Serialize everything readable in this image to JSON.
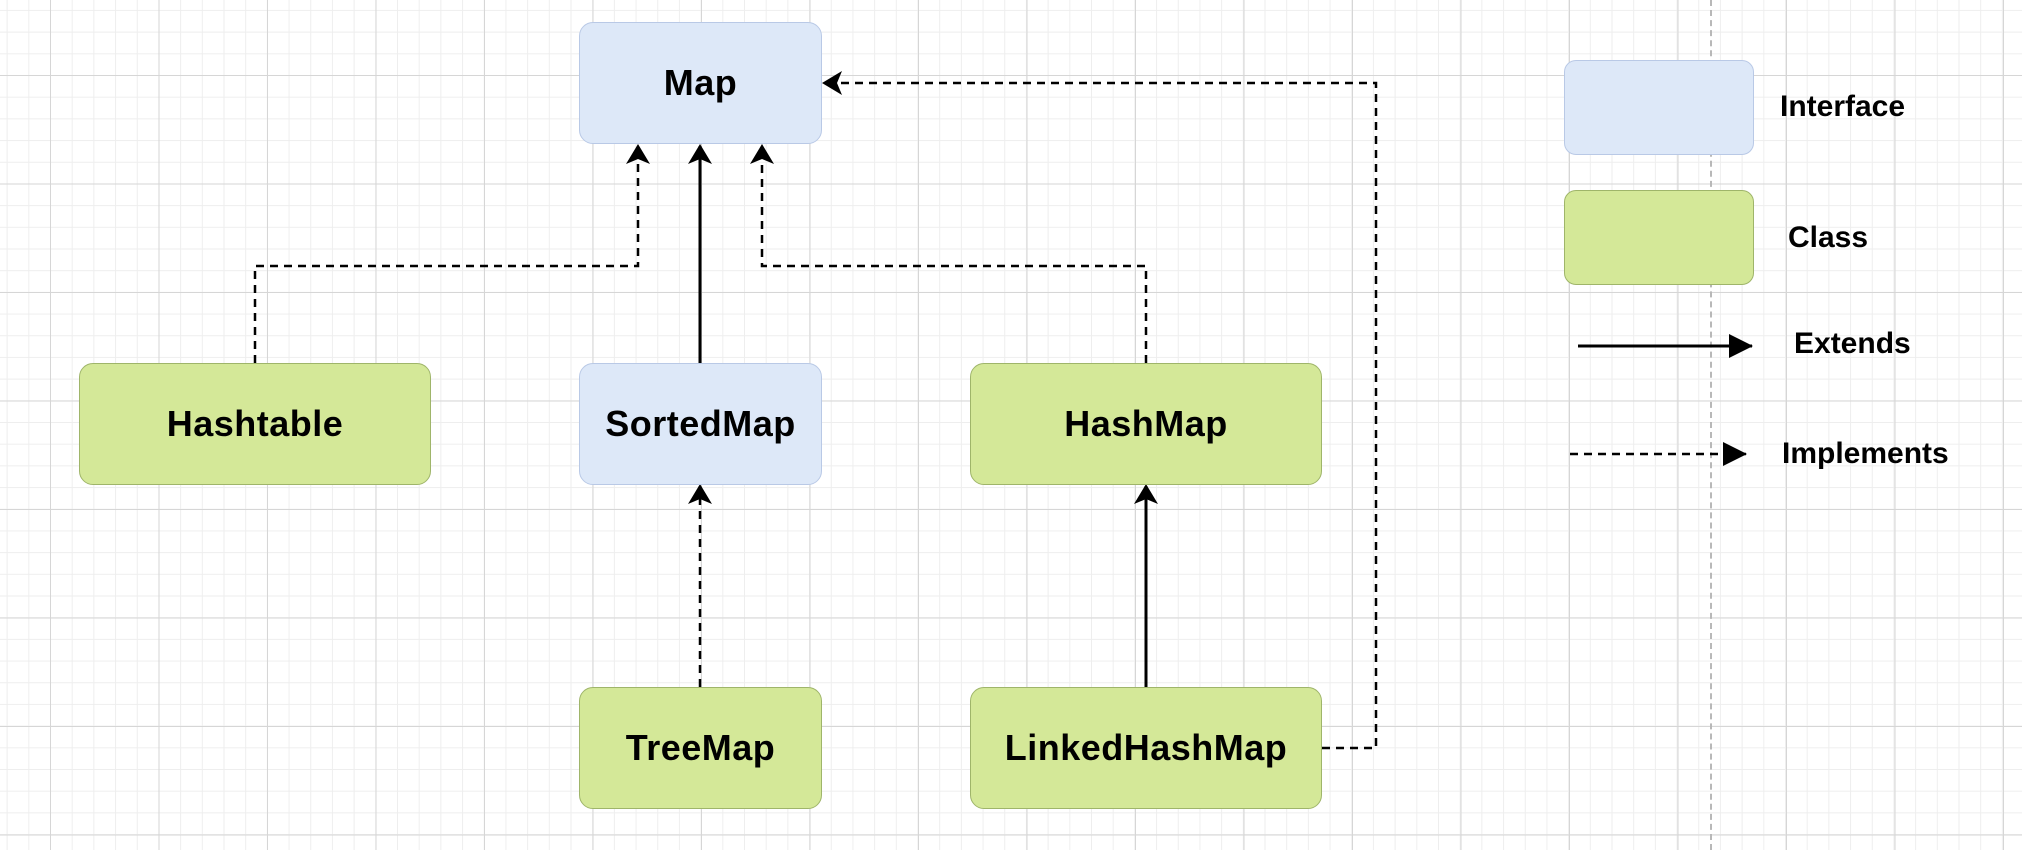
{
  "diagram": {
    "nodes": {
      "map": {
        "label": "Map",
        "kind": "interface"
      },
      "sorted_map": {
        "label": "SortedMap",
        "kind": "interface"
      },
      "hashtable": {
        "label": "Hashtable",
        "kind": "class"
      },
      "hash_map": {
        "label": "HashMap",
        "kind": "class"
      },
      "tree_map": {
        "label": "TreeMap",
        "kind": "class"
      },
      "linked_hash_map": {
        "label": "LinkedHashMap",
        "kind": "class"
      }
    },
    "edges": [
      {
        "from": "sorted_map",
        "to": "map",
        "relation": "extends"
      },
      {
        "from": "hashtable",
        "to": "map",
        "relation": "implements"
      },
      {
        "from": "hash_map",
        "to": "map",
        "relation": "implements"
      },
      {
        "from": "tree_map",
        "to": "sorted_map",
        "relation": "implements"
      },
      {
        "from": "linked_hash_map",
        "to": "hash_map",
        "relation": "extends"
      },
      {
        "from": "linked_hash_map",
        "to": "map",
        "relation": "implements"
      }
    ]
  },
  "legend": {
    "interface_label": "Interface",
    "class_label": "Class",
    "extends_label": "Extends",
    "implements_label": "Implements"
  },
  "colors": {
    "interface_fill": "#dde8f8",
    "interface_border": "#b9c9e6",
    "class_fill": "#d4e898",
    "class_border": "#9fb56a",
    "line": "#000000",
    "grid": "#d6d6d6"
  }
}
